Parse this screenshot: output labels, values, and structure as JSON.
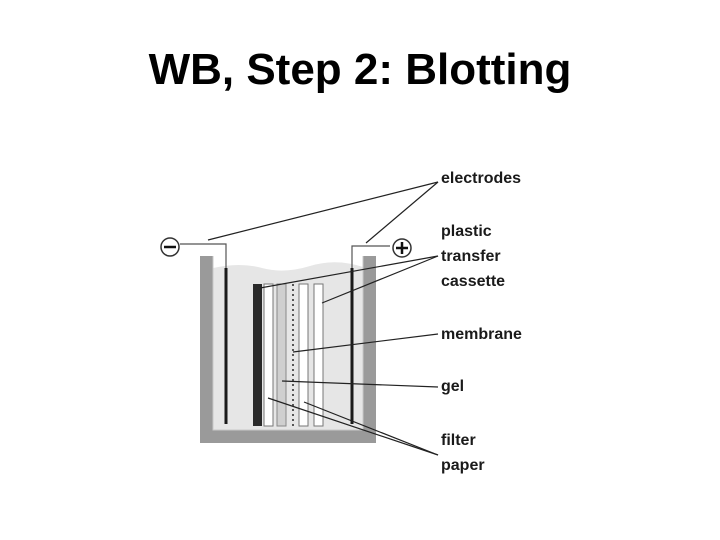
{
  "title": "WB, Step 2: Blotting",
  "symbols": {
    "minus": "−",
    "plus": "+"
  },
  "labels": {
    "electrodes": "electrodes",
    "plastic": "plastic",
    "transfer": "transfer",
    "cassette": "cassette",
    "membrane": "membrane",
    "gel": "gel",
    "filter": "filter",
    "paper": "paper"
  },
  "colors": {
    "tank_wall": "#9a9a9a",
    "buffer": "#e6e6e6",
    "electrode": "#1a1a1a",
    "sponge": "#2a2a2a",
    "leader_line": "#222222"
  }
}
